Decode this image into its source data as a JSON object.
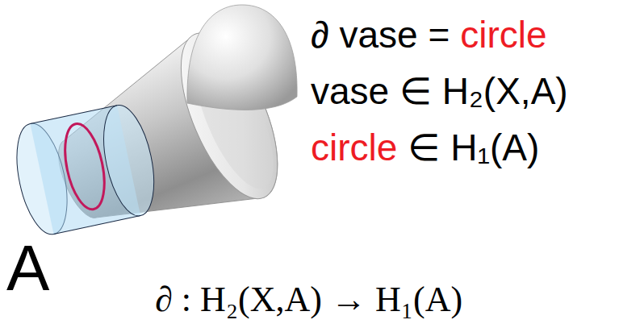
{
  "diagram": {
    "labels": [
      "∂ vase =",
      "circle",
      "vase ∈ H₂(X,A)",
      "circle",
      "∈ H₁(A)",
      "A",
      "∂ : H₂(X,A) → H₁(A)"
    ]
  }
}
